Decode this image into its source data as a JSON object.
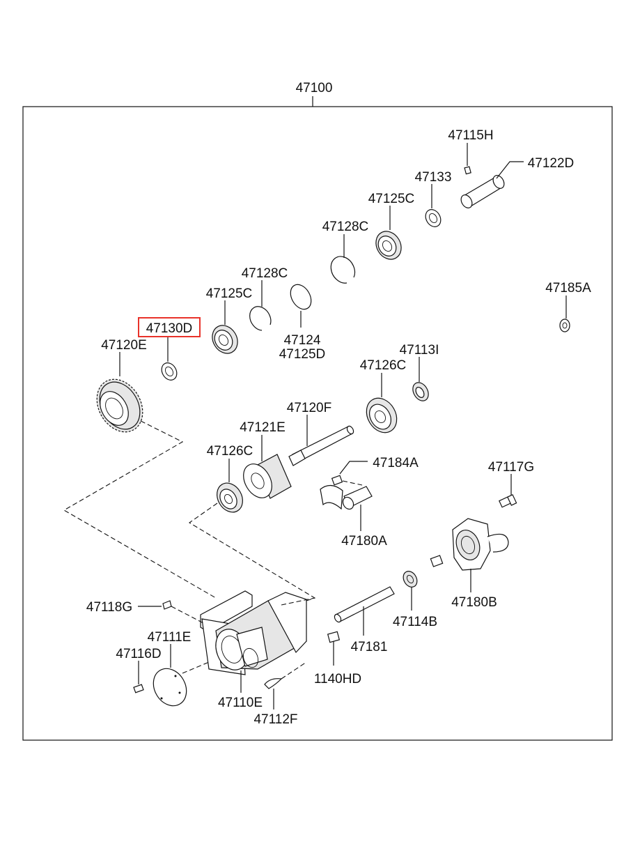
{
  "diagram": {
    "assembly_number": "47100",
    "highlighted_part": "47130D",
    "highlight_color": "#e8322a",
    "labels": {
      "p47115H": "47115H",
      "p47122D": "47122D",
      "p47133": "47133",
      "p47125C_top": "47125C",
      "p47128C_top": "47128C",
      "p47128C_mid": "47128C",
      "p47125C_mid": "47125C",
      "p47124": "47124",
      "p47125D": "47125D",
      "p47130D": "47130D",
      "p47120E": "47120E",
      "p47185A": "47185A",
      "p47113I": "47113I",
      "p47126C_right": "47126C",
      "p47120F": "47120F",
      "p47121E": "47121E",
      "p47126C_left": "47126C",
      "p47184A": "47184A",
      "p47117G": "47117G",
      "p47180A": "47180A",
      "p47180B": "47180B",
      "p47114B": "47114B",
      "p47118G": "47118G",
      "p47111E": "47111E",
      "p47116D": "47116D",
      "p47181": "47181",
      "p1140HD": "1140HD",
      "p47110E": "47110E",
      "p47112F": "47112F"
    }
  }
}
